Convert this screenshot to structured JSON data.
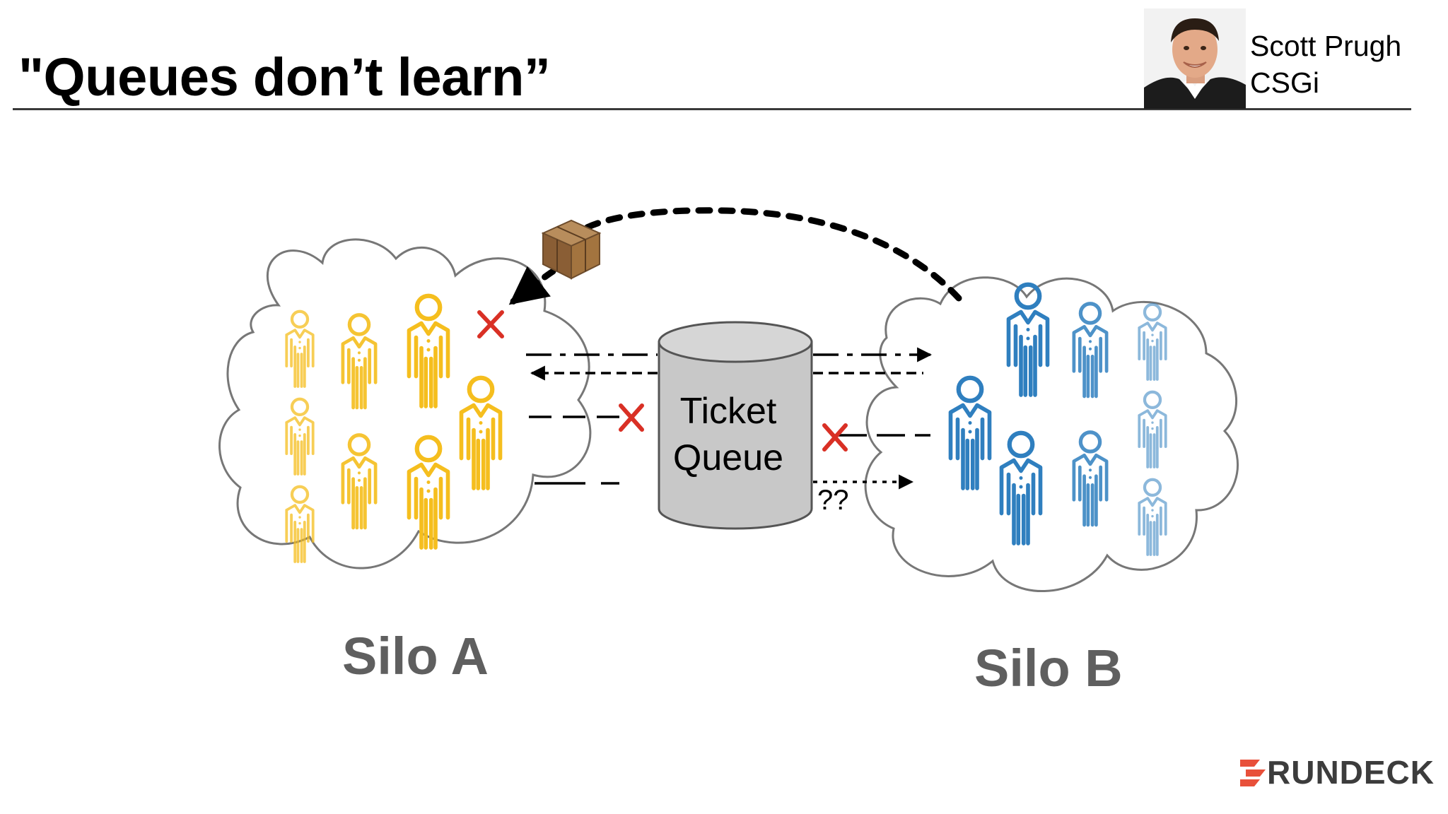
{
  "slide": {
    "title": "\"Queues don’t learn”"
  },
  "speaker": {
    "name": "Scott Prugh",
    "organization": "CSGi"
  },
  "diagram": {
    "queue": {
      "line1": "Ticket",
      "line2": "Queue"
    },
    "unknown_marker": "??",
    "silo_a": {
      "label": "Silo A",
      "color": "#f5be1e",
      "icon": "person-icon"
    },
    "silo_b": {
      "label": "Silo B",
      "color": "#2f7fbf",
      "icon": "person-icon"
    },
    "failure_marker": {
      "icon": "red-x-icon",
      "color": "#d93025"
    },
    "package": {
      "icon": "package-box-icon"
    }
  },
  "brand": {
    "logo_text": "RUNDECK",
    "accent_color": "#e8503a"
  }
}
